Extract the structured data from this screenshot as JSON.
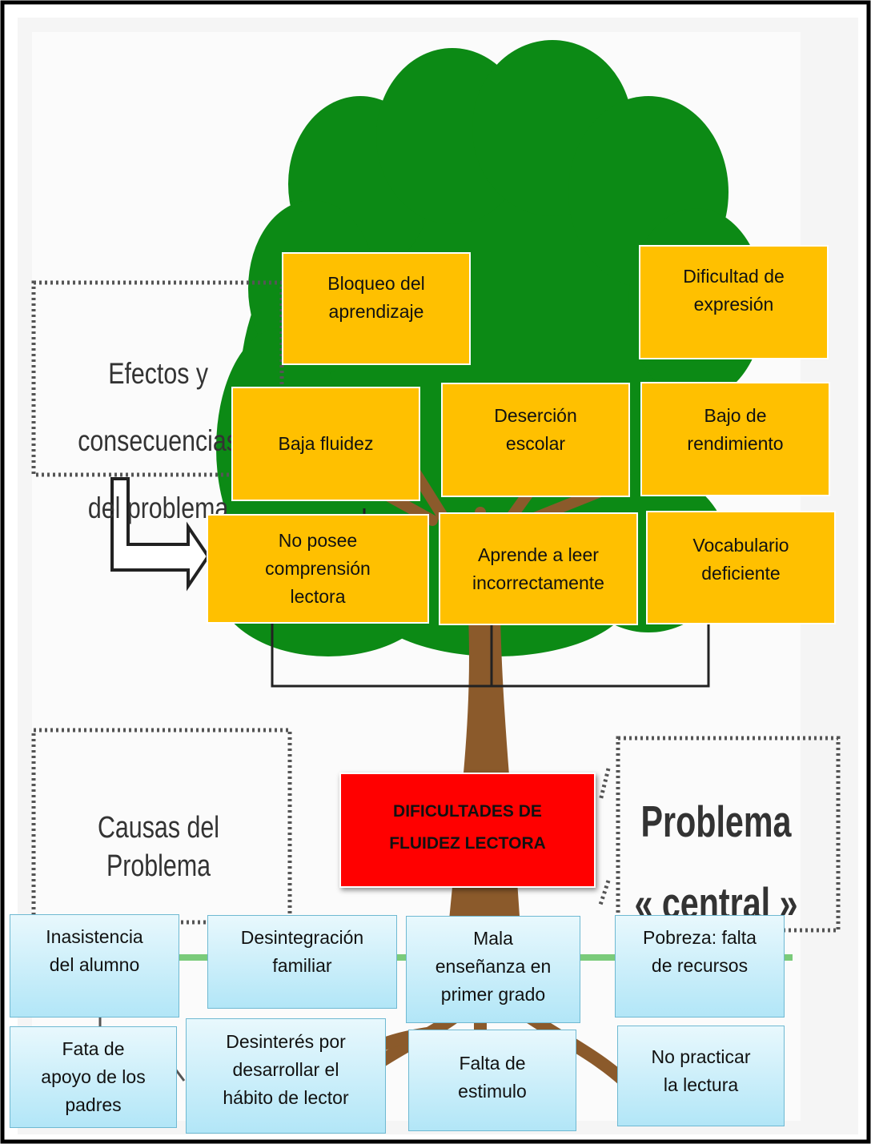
{
  "labels": {
    "effects": "Efectos y consecuencias\ndel problema",
    "causes": "Causas del Problema",
    "central": "Problema\n« central »"
  },
  "central_problem": "DIFICULTADES DE\nFLUIDEZ LECTORA",
  "effects": {
    "bloqueo": "Bloqueo del\naprendizaje",
    "expresion": "Dificultad de\nexpresión",
    "fluidez": "Baja fluidez",
    "desercion": "Deserción\nescolar",
    "rendimiento": "Bajo de\nrendimiento",
    "comprension": "No posee\ncomprensión\nlectora",
    "aprende": "Aprende a leer\nincorrectamente",
    "vocabulario": "Vocabulario\ndeficiente"
  },
  "causes": {
    "inasistencia": "Inasistencia\ndel alumno",
    "desintegracion": "Desintegración\nfamiliar",
    "mala_ensenanza": "Mala\nenseñanza en\nprimer grado",
    "pobreza": "Pobreza: falta\nde recursos",
    "apoyo_padres": "Fata de\napoyo de los\npadres",
    "desinteres": "Desinterés por\ndesarrollar el\nhábito de lector",
    "estimulo": "Falta de\nestimulo",
    "practicar": "No practicar\nla lectura"
  },
  "colors": {
    "tree": "#0c8a15",
    "trunk": "#8b5a2b",
    "effect_box": "#ffc000",
    "central_box": "#ff0000",
    "cause_box": "#bfe9f8"
  }
}
